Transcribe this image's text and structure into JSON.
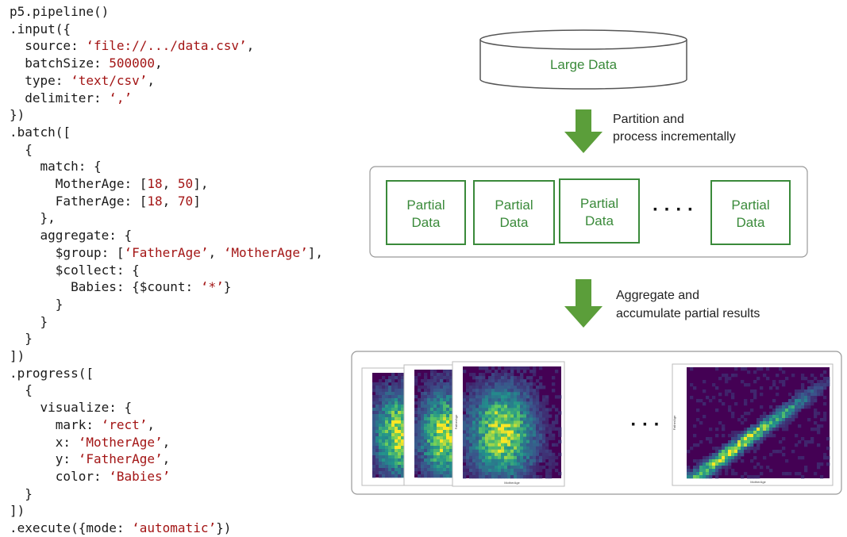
{
  "code_lines": [
    "p5.pipeline()",
    ".input({",
    "  source: 'file://.../data.csv',",
    "  batchSize: 500000,",
    "  type: 'text/csv',",
    "  delimiter: ','",
    "})",
    ".batch([",
    "  {",
    "    match: {",
    "      MotherAge: [18, 50],",
    "      FatherAge: [18, 70]",
    "    },",
    "    aggregate: {",
    "      $group: ['FatherAge', 'MotherAge'],",
    "      $collect: {",
    "        Babies: {$count: '*'}",
    "      }",
    "    }",
    "  }",
    "])",
    ".progress([",
    "  {",
    "    visualize: {",
    "      mark: 'rect',",
    "      x: 'MotherAge',",
    "      y: 'FatherAge',",
    "      color: 'Babies'",
    "  }",
    "])",
    ".execute({mode: 'automatic'})"
  ],
  "diagram": {
    "large_data_label": "Large Data",
    "step1_text": [
      "Partition and",
      "process incrementally"
    ],
    "partial_boxes": [
      [
        "Partial",
        "Data"
      ],
      [
        "Partial",
        "Data"
      ],
      [
        "Partial",
        "Data"
      ],
      [
        "Partial",
        "Data"
      ]
    ],
    "ellipsis": "· · · ·",
    "step2_text": [
      "Aggregate and",
      "accumulate partial results"
    ],
    "heatmap_ellipsis": "· · ·",
    "heatmap_xlabel": "MotherAge",
    "heatmap_ylabel": "FatherAge",
    "colors": {
      "green": "#3a8a3a",
      "arrow_green": "#5b9e3a",
      "box_border": "#999999",
      "viridis_low": "#440154",
      "viridis_high": "#fde725"
    }
  }
}
